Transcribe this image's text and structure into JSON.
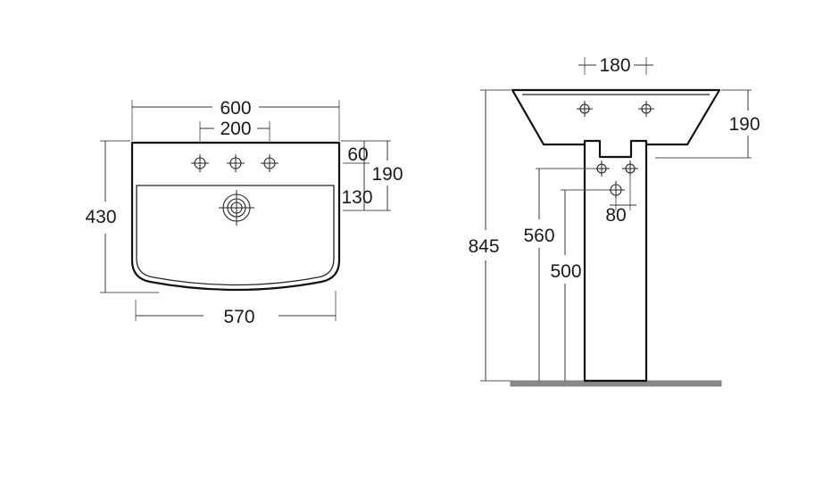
{
  "top_view": {
    "width_overall": "600",
    "tap_hole_spacing": "200",
    "depth_overall": "430",
    "front_width": "570",
    "tap_hole_offset": "60",
    "rim_depth": "190",
    "bowl_offset": "130"
  },
  "side_view": {
    "pedestal_hole_spacing": "180",
    "basin_height": "190",
    "overall_height": "845",
    "waste_height": "560",
    "inlet_height": "500",
    "waste_offset": "80"
  }
}
